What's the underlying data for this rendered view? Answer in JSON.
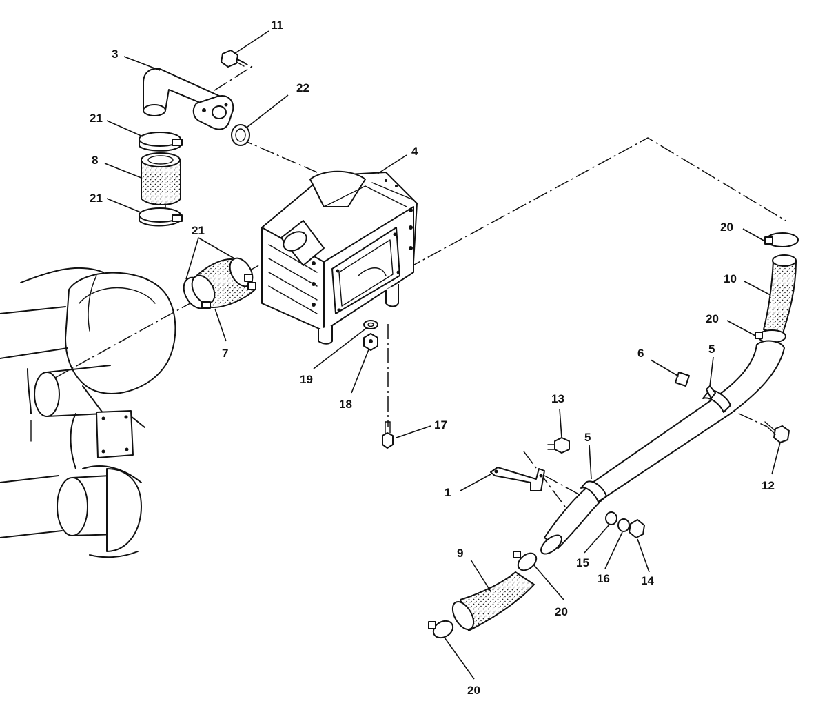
{
  "diagram": {
    "callouts": [
      {
        "id": "c1",
        "text": "1"
      },
      {
        "id": "c3",
        "text": "3"
      },
      {
        "id": "c4",
        "text": "4"
      },
      {
        "id": "c5a",
        "text": "5"
      },
      {
        "id": "c5b",
        "text": "5"
      },
      {
        "id": "c6",
        "text": "6"
      },
      {
        "id": "c7",
        "text": "7"
      },
      {
        "id": "c8",
        "text": "8"
      },
      {
        "id": "c9",
        "text": "9"
      },
      {
        "id": "c10",
        "text": "10"
      },
      {
        "id": "c11",
        "text": "11"
      },
      {
        "id": "c12",
        "text": "12"
      },
      {
        "id": "c13",
        "text": "13"
      },
      {
        "id": "c14",
        "text": "14"
      },
      {
        "id": "c15",
        "text": "15"
      },
      {
        "id": "c16",
        "text": "16"
      },
      {
        "id": "c17",
        "text": "17"
      },
      {
        "id": "c18",
        "text": "18"
      },
      {
        "id": "c19",
        "text": "19"
      },
      {
        "id": "c20a",
        "text": "20"
      },
      {
        "id": "c20b",
        "text": "20"
      },
      {
        "id": "c20c",
        "text": "20"
      },
      {
        "id": "c20d",
        "text": "20"
      },
      {
        "id": "c21a",
        "text": "21"
      },
      {
        "id": "c21b",
        "text": "21"
      },
      {
        "id": "c21c",
        "text": "21"
      },
      {
        "id": "c22",
        "text": "22"
      }
    ]
  }
}
